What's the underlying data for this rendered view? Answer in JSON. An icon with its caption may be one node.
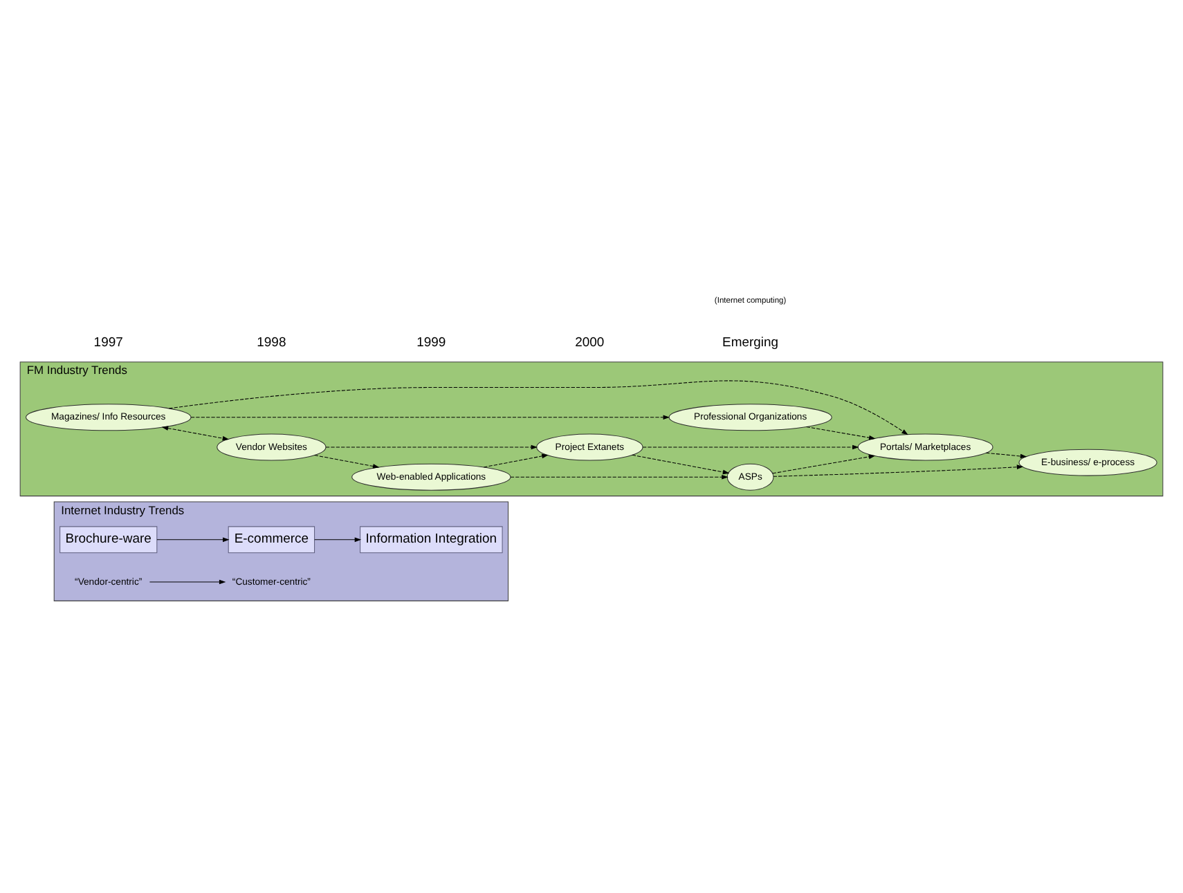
{
  "diagram": {
    "nodes": [
      {
        "text": [
          "Internet Industry Trends"
        ]
      },
      {
        "text": [
          "Brochure-ware"
        ],
        "in": 0
      },
      {
        "text": [
          "E-commerce"
        ],
        "in": 0
      },
      {
        "text": [
          "Information Integration"
        ],
        "in": 0
      },
      {
        "text": [
          "“Vendor-centric”"
        ],
        "in": 0
      },
      {
        "text": [
          "“Customer-centric”"
        ],
        "in": 0
      },
      {
        "text": [
          "FM Industry Trends"
        ]
      },
      {
        "text": [
          "Vendor Websites"
        ],
        "in": 6
      },
      {
        "text": [
          "Web-enabled Applications"
        ],
        "in": 6
      },
      {
        "text": [
          "Professional Organizations"
        ],
        "in": 6
      },
      {
        "text": [
          "Project Extanets"
        ],
        "in": 6
      },
      {
        "text": [
          "ASPs"
        ],
        "in": 6
      },
      {
        "text": [
          "Magazines/ Info Resources"
        ],
        "in": 6
      },
      {
        "text": [
          "Portals/ Marketplaces"
        ],
        "in": 6
      },
      {
        "text": [
          "E-business/ e-process"
        ],
        "in": 6
      }
    ],
    "edges": [
      {
        "from": 1,
        "to": 2,
        "arrow": "to"
      },
      {
        "from": 2,
        "to": 3,
        "arrow": "to"
      },
      {
        "from": 4,
        "to": 5,
        "arrow": "to"
      },
      {
        "from": 7,
        "to": 8,
        "arrow": "to",
        "style": "dashed"
      },
      {
        "from": 7,
        "to": 10,
        "arrow": "to",
        "style": "dashed"
      },
      {
        "from": 8,
        "to": 10,
        "arrow": "to",
        "style": "dashed"
      },
      {
        "from": 8,
        "to": 11,
        "arrow": "to",
        "style": "dashed"
      },
      {
        "from": 10,
        "to": 11,
        "arrow": "to",
        "style": "dashed"
      },
      {
        "from": 12,
        "to": 9,
        "arrow": "to",
        "style": "dashed"
      },
      {
        "from": 12,
        "to": 7,
        "arrow": "both",
        "style": "dashed"
      },
      {
        "from": 9,
        "to": 13,
        "arrow": "to",
        "style": "dashed"
      },
      {
        "from": 10,
        "to": 13,
        "arrow": "to",
        "style": "dashed"
      },
      {
        "from": 12,
        "to": 13,
        "arrow": "to",
        "style": "dashed"
      },
      {
        "from": 11,
        "to": 13,
        "arrow": "to",
        "style": "dashed"
      },
      {
        "from": 11,
        "to": 14,
        "arrow": "to",
        "style": "dashed"
      },
      {
        "from": 13,
        "to": 14,
        "arrow": "to",
        "style": "dashed"
      }
    ],
    "labels": [
      "1997",
      "1998",
      "1999",
      "2000",
      "Emerging",
      "(Internet computing)"
    ]
  }
}
